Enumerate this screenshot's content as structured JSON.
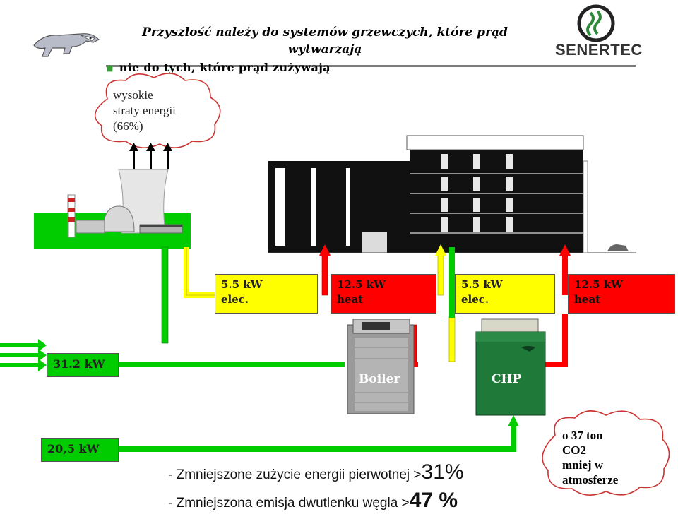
{
  "header": {
    "title_line1": "Przyszłość należy do systemów grzewczych, które prąd",
    "title_line2": "wytwarzają",
    "subtitle": "nie do tych, które prąd zużywają"
  },
  "logo": {
    "text": "SENERTEC"
  },
  "cloud_losses": {
    "line1": "wysokie",
    "line2": "straty energii",
    "line3": "(66%)"
  },
  "boxes": {
    "elec1": {
      "line1": "5.5 kW",
      "line2": "elec."
    },
    "heat1": {
      "line1": "12.5 kW",
      "line2": "heat"
    },
    "elec2": {
      "line1": "5.5 kW",
      "line2": "elec."
    },
    "heat2": {
      "line1": "12.5 kW",
      "line2": "heat"
    },
    "input_total": {
      "label": "31.2 kW"
    },
    "input_chp": {
      "label": "20,5 kW"
    }
  },
  "units": {
    "boiler": "Boiler",
    "chp": "CHP"
  },
  "summary": {
    "line1_text": "- Zmniejszone zużycie energii pierwotnej >",
    "line1_value": "31%",
    "line2_text": "- Zmniejszona emisja dwutlenku węgla >",
    "line2_value": "47 %"
  },
  "cloud_co2": {
    "line1": "o 37 ton",
    "line2": "CO2",
    "line3": "mniej w",
    "line4": "atmosferze"
  },
  "colors": {
    "green": "#00cc00",
    "yellow": "#ffff00",
    "red": "#ff0000",
    "dark_red": "#cc0000",
    "boiler_gray": "#9a9a9a",
    "chp_green": "#1f7a3a"
  }
}
